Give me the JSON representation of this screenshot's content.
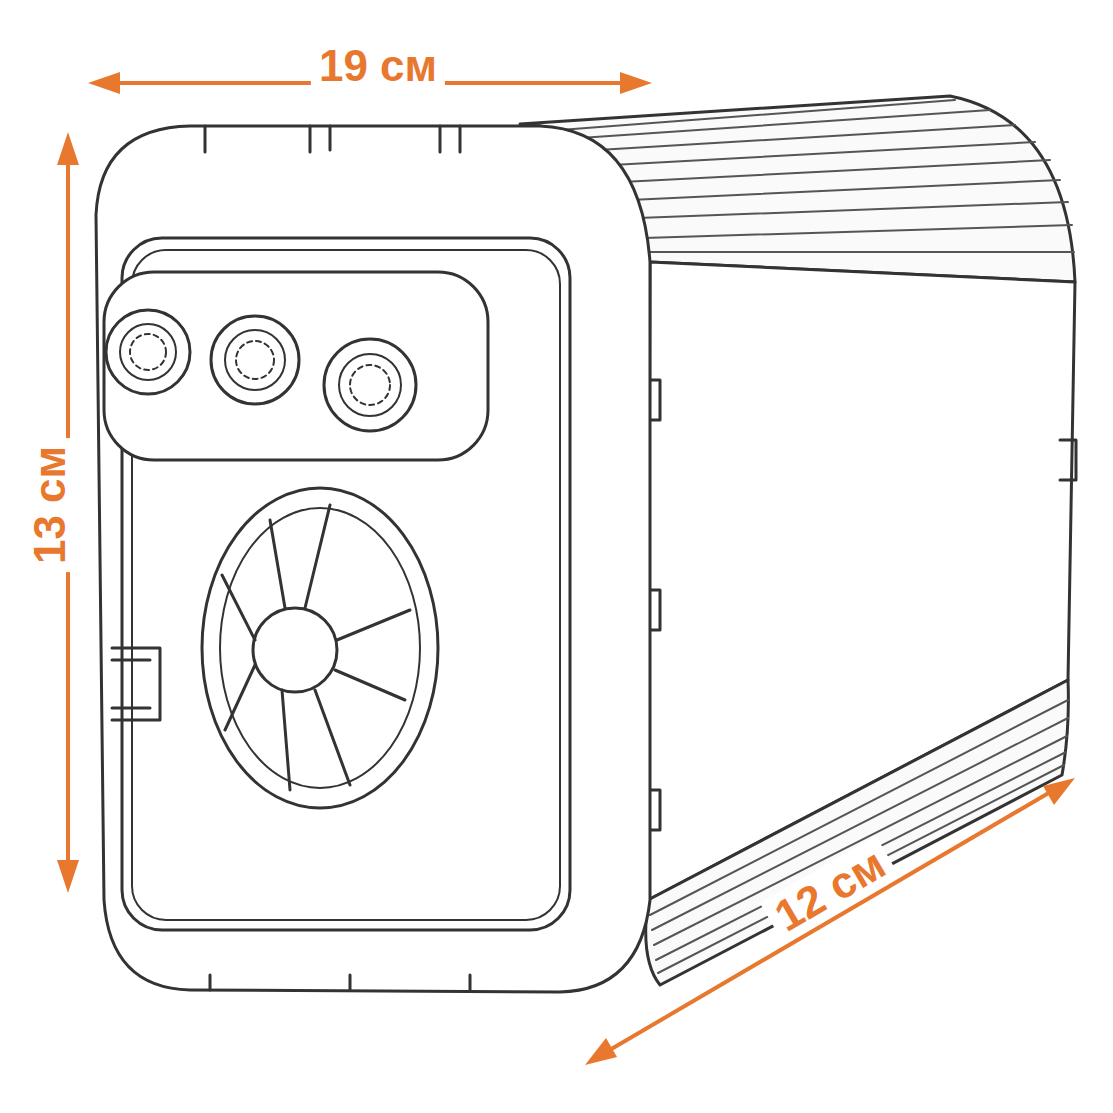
{
  "diagram": {
    "labels": [
      "19 см",
      "13 см",
      "12 см"
    ]
  }
}
